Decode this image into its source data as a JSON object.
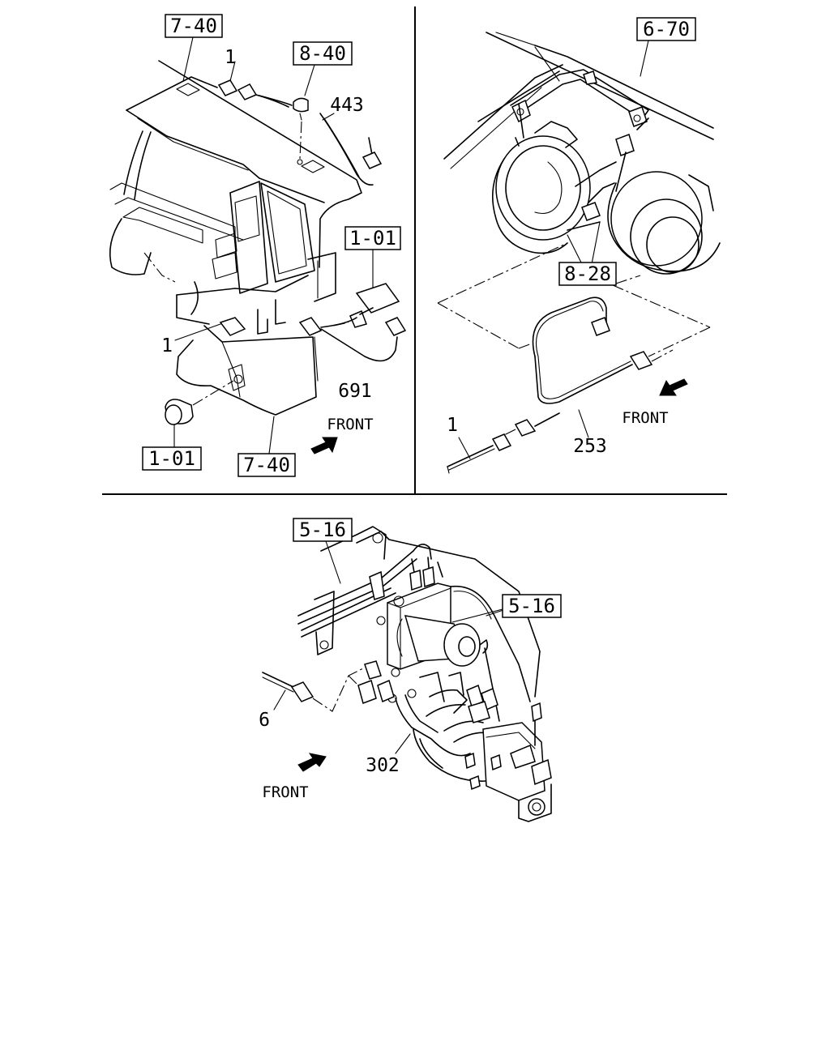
{
  "refs": {
    "r1": "7-40",
    "r2": "8-40",
    "r3": "1-01",
    "r4": "1-01",
    "r5": "7-40",
    "r6": "6-70",
    "r7": "8-28",
    "r8": "5-16",
    "r9": "5-16"
  },
  "parts": {
    "p1": "1",
    "p2": "443",
    "p3": "1",
    "p4": "691",
    "p5": "1",
    "p6": "253",
    "p7": "6",
    "p8": "302"
  },
  "front": {
    "f1": "FRONT",
    "f2": "FRONT",
    "f3": "FRONT"
  }
}
